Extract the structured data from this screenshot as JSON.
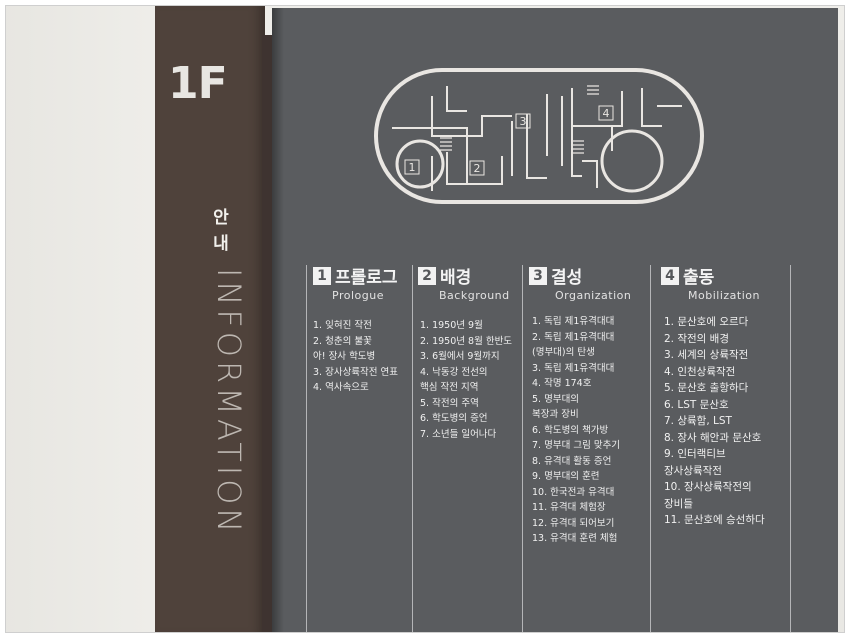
{
  "pillar": {
    "floor": "1F",
    "korean_label": "안내",
    "english_label": "INFORMATION"
  },
  "map": {
    "zones": [
      "1",
      "2",
      "3",
      "4"
    ]
  },
  "sections": [
    {
      "number": "1",
      "title": "프롤로그",
      "subtitle": "Prologue",
      "items": [
        "1. 잊혀진 작전",
        "2. 청춘의 불꽃",
        "    아! 장사 학도병",
        "3. 장사상륙작전 연표",
        "4. 역사속으로"
      ]
    },
    {
      "number": "2",
      "title": "배경",
      "subtitle": "Background",
      "items": [
        "1. 1950년 9월",
        "2. 1950년 8월 한반도",
        "3. 6월에서 9월까지",
        "4. 낙동강 전선의",
        "    핵심 작전 지역",
        "5. 작전의 주역",
        "6. 학도병의 증언",
        "7. 소년들 일어나다"
      ]
    },
    {
      "number": "3",
      "title": "결성",
      "subtitle": "Organization",
      "items": [
        "1. 독립 제1유격대대",
        "2. 독립 제1유격대대",
        "    (명부대)의 탄생",
        "3. 독립 제1유격대대",
        "4. 작명 174호",
        "5. 명부대의",
        "    복장과 장비",
        "6. 학도병의 책가방",
        "7. 명부대 그림 맞추기",
        "8. 유격대 활동 증언",
        "9. 명부대의 훈련",
        "10. 한국전과 유격대",
        "11. 유격대 체험장",
        "12. 유격대 되어보기",
        "13. 유격대 훈련 체험"
      ]
    },
    {
      "number": "4",
      "title": "출동",
      "subtitle": "Mobilization",
      "items": [
        "1. 문산호에 오르다",
        "2. 작전의 배경",
        "3. 세계의 상륙작전",
        "4. 인천상륙작전",
        "5. 문산호 출항하다",
        "6. LST 문산호",
        "7. 상륙함, LST",
        "8. 장사 해안과 문산호",
        "9. 인터랙티브",
        "    장사상륙작전",
        "10. 장사상륙작전의",
        "     장비들",
        "11. 문산호에 승선하다"
      ]
    }
  ]
}
